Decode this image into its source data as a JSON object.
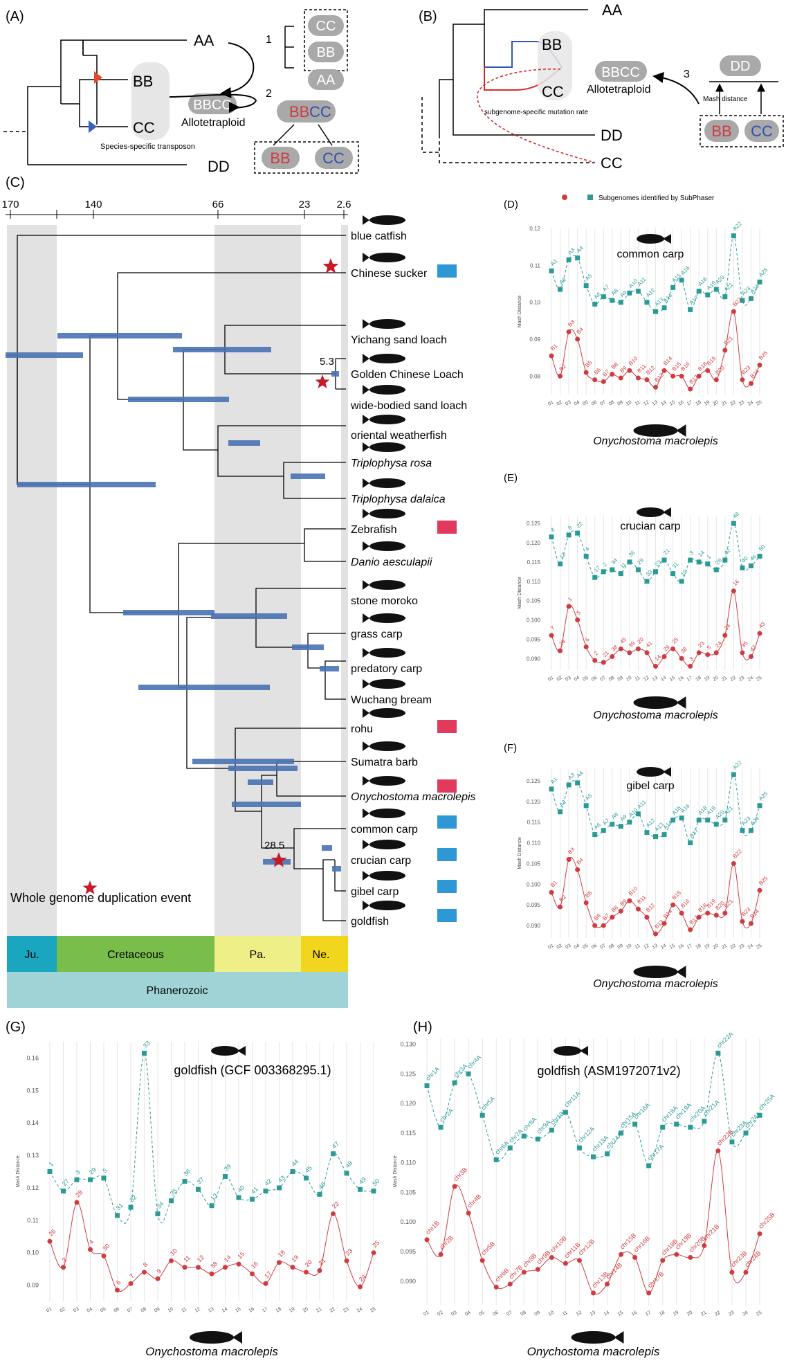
{
  "colors": {
    "red": "#d03b40",
    "teal": "#2a9a96",
    "blue_bar": "#4a72b3",
    "grey_band": "#e2e2e2",
    "wgd_star": "#c8192a",
    "block_blue": "#2e97d6",
    "block_red": "#e23a5c",
    "era_ju": "#1aa6bf",
    "era_cret": "#79be4b",
    "era_pa": "#eeef86",
    "era_ne": "#f2d51d",
    "era_phan": "#9fd3d5",
    "sub_grey": "#a9a9a9"
  },
  "panel_labels": {
    "a": "(A)",
    "b": "(B)",
    "c": "(C)",
    "d": "(D)",
    "e": "(E)",
    "f": "(F)",
    "g": "(G)",
    "h": "(H)"
  },
  "panel_a": {
    "aa": "AA",
    "bb": "BB",
    "cc": "CC",
    "dd": "DD",
    "bbcc": "BBCC",
    "allotetraploid": "Allotetraploid",
    "transposon": "Species-specific transposon",
    "step1": "1",
    "step2": "2",
    "box_cc": "CC",
    "box_bb": "BB",
    "box_aa": "AA",
    "sub_bb": "BB",
    "sub_cc": "CC"
  },
  "panel_b": {
    "aa": "AA",
    "bb": "BB",
    "cc": "CC",
    "dd": "DD",
    "cc2": "CC",
    "bbcc": "BBCC",
    "allotetraploid": "Allotetraploid",
    "mutation": "subgenome-specific mutation rate",
    "step3": "3",
    "dd_box": "DD",
    "mash": "Mash distance",
    "sub_bb": "BB",
    "sub_cc": "CC"
  },
  "panel_c": {
    "time_ticks": [
      "170",
      "140",
      "66",
      "23",
      "2.6"
    ],
    "node_labels": [
      "5.3",
      "28.5"
    ],
    "species": [
      {
        "name": "blue catfish",
        "italic": false
      },
      {
        "name": "Chinese sucker",
        "italic": false
      },
      {
        "name": "Yichang sand loach",
        "italic": false
      },
      {
        "name": "Golden Chinese Loach",
        "italic": false
      },
      {
        "name": "wide-bodied sand loach",
        "italic": false
      },
      {
        "name": "oriental weatherfish",
        "italic": false
      },
      {
        "name": "Triplophysa rosa",
        "italic": true
      },
      {
        "name": "Triplophysa dalaica",
        "italic": true
      },
      {
        "name": "Zebrafish",
        "italic": false
      },
      {
        "name": "Danio aesculapii",
        "italic": true
      },
      {
        "name": "stone moroko",
        "italic": false
      },
      {
        "name": "grass carp",
        "italic": false
      },
      {
        "name": "predatory carp",
        "italic": false
      },
      {
        "name": "Wuchang bream",
        "italic": false
      },
      {
        "name": "rohu",
        "italic": false
      },
      {
        "name": "Sumatra barb",
        "italic": false
      },
      {
        "name": "Onychostoma macrolepis",
        "italic": true
      },
      {
        "name": "common carp",
        "italic": false
      },
      {
        "name": "crucian carp",
        "italic": false
      },
      {
        "name": "gibel carp",
        "italic": false
      },
      {
        "name": "goldfish",
        "italic": false
      }
    ],
    "legend": "Whole genome duplication event",
    "periods": [
      "Ju.",
      "Cretaceous",
      "Pa.",
      "Ne."
    ],
    "eon": "Phanerozoic"
  },
  "legend_top": "Subgenomes identified by SubPhaser",
  "x_title": "Onychostoma macrolepis",
  "chart_data": [
    {
      "panel": "D",
      "type": "line",
      "title": "common carp",
      "ylabel": "Mash Distance",
      "ylim": [
        0.075,
        0.12
      ],
      "yticks": [
        "0.08",
        "0.09",
        "0.10",
        "0.11",
        "0.12"
      ],
      "x": [
        "01",
        "02",
        "03",
        "04",
        "05",
        "06",
        "07",
        "08",
        "09",
        "10",
        "11",
        "12",
        "13",
        "14",
        "15",
        "16",
        "17",
        "18",
        "19",
        "20",
        "21",
        "22",
        "23",
        "24",
        "25"
      ],
      "series": [
        {
          "color": "teal",
          "labels": [
            "A1",
            "A2",
            "A3",
            "A4",
            "A5",
            "A6",
            "A7",
            "A8",
            "A9",
            "A10",
            "A11",
            "A12",
            "A13",
            "A14",
            "A15",
            "A16",
            "A17",
            "A18",
            "A19",
            "A20",
            "A21",
            "A22",
            "A23",
            "A24",
            "A25"
          ],
          "values": [
            0.1085,
            0.1035,
            0.1115,
            0.112,
            0.1045,
            0.0995,
            0.1015,
            0.1005,
            0.1,
            0.1025,
            0.103,
            0.1,
            0.0975,
            0.0985,
            0.104,
            0.106,
            0.098,
            0.103,
            0.102,
            0.1035,
            0.1015,
            0.118,
            0.1005,
            0.101,
            0.1055
          ]
        },
        {
          "color": "red",
          "labels": [
            "B1",
            "B2",
            "B3",
            "B4",
            "B5",
            "B6",
            "B7",
            "B8",
            "B9",
            "B10",
            "B11",
            "B12",
            "B13",
            "B14",
            "B15",
            "B16",
            "B17",
            "B18",
            "B19",
            "B20",
            "B21",
            "B22",
            "B23",
            "B24",
            "B25"
          ],
          "values": [
            0.0855,
            0.08,
            0.092,
            0.09,
            0.081,
            0.079,
            0.0785,
            0.0805,
            0.0795,
            0.0815,
            0.0795,
            0.079,
            0.077,
            0.0815,
            0.08,
            0.08,
            0.0765,
            0.08,
            0.0815,
            0.079,
            0.087,
            0.0975,
            0.079,
            0.078,
            0.083
          ]
        }
      ]
    },
    {
      "panel": "E",
      "type": "line",
      "title": "crucian carp",
      "ylabel": "Mash Distance",
      "ylim": [
        0.087,
        0.127
      ],
      "yticks": [
        "0.090",
        "0.095",
        "0.100",
        "0.105",
        "0.110",
        "0.115",
        "0.120",
        "0.125"
      ],
      "x": [
        "01",
        "02",
        "03",
        "04",
        "05",
        "06",
        "07",
        "08",
        "09",
        "10",
        "11",
        "12",
        "13",
        "14",
        "15",
        "16",
        "17",
        "18",
        "19",
        "20",
        "21",
        "22",
        "23",
        "24",
        "25"
      ],
      "series": [
        {
          "color": "teal",
          "labels": [
            "8",
            "12",
            "9",
            "22",
            "4",
            "17",
            "2",
            "34",
            "11",
            "36",
            "29",
            "33",
            "23",
            "21",
            "31",
            "10",
            "3",
            "14",
            "1",
            "26",
            "42",
            "48",
            "40",
            "46",
            "50"
          ],
          "values": [
            0.1215,
            0.1145,
            0.122,
            0.1225,
            0.1165,
            0.111,
            0.1125,
            0.113,
            0.112,
            0.115,
            0.113,
            0.11,
            0.1125,
            0.1155,
            0.112,
            0.11,
            0.1155,
            0.115,
            0.1145,
            0.113,
            0.1155,
            0.125,
            0.1135,
            0.114,
            0.1165
          ]
        },
        {
          "color": "red",
          "labels": [
            "7",
            "28",
            "1",
            "5",
            "6",
            "2",
            "21",
            "38",
            "45",
            "39",
            "20",
            "41",
            "14",
            "29",
            "25",
            "38",
            "3",
            "23",
            "5",
            "24",
            "34",
            "16",
            "35",
            "47",
            "43"
          ],
          "values": [
            0.096,
            0.092,
            0.1035,
            0.1,
            0.093,
            0.0895,
            0.089,
            0.0905,
            0.0925,
            0.0915,
            0.0925,
            0.0915,
            0.088,
            0.0905,
            0.0925,
            0.09,
            0.088,
            0.0915,
            0.091,
            0.0915,
            0.096,
            0.1075,
            0.0915,
            0.0905,
            0.0965
          ]
        }
      ]
    },
    {
      "panel": "F",
      "type": "line",
      "title": "gibel carp",
      "ylabel": "Mash Distance",
      "ylim": [
        0.087,
        0.128
      ],
      "yticks": [
        "0.090",
        "0.095",
        "0.100",
        "0.105",
        "0.110",
        "0.115",
        "0.120",
        "0.125"
      ],
      "x": [
        "01",
        "02",
        "03",
        "04",
        "05",
        "06",
        "07",
        "08",
        "09",
        "10",
        "11",
        "12",
        "13",
        "14",
        "15",
        "16",
        "17",
        "18",
        "19",
        "20",
        "21",
        "22",
        "23",
        "24",
        "25"
      ],
      "series": [
        {
          "color": "teal",
          "labels": [
            "A1",
            "A2",
            "A3",
            "A4",
            "A5",
            "A6",
            "A7",
            "A8",
            "A9",
            "A10",
            "A11",
            "A12",
            "A13",
            "A14",
            "A15",
            "A16",
            "A17",
            "A18",
            "A19",
            "A20",
            "A21",
            "A22",
            "A23",
            "A24",
            "A25"
          ],
          "values": [
            0.123,
            0.1175,
            0.124,
            0.1245,
            0.119,
            0.112,
            0.113,
            0.1145,
            0.114,
            0.115,
            0.117,
            0.1125,
            0.1115,
            0.112,
            0.1155,
            0.116,
            0.11,
            0.1155,
            0.1155,
            0.1145,
            0.1155,
            0.1265,
            0.113,
            0.113,
            0.119
          ]
        },
        {
          "color": "red",
          "labels": [
            "B1",
            "B2",
            "B3",
            "B4",
            "B5",
            "B6",
            "B7",
            "B8",
            "B9",
            "B10",
            "B11",
            "B12",
            "B13",
            "B14",
            "B15",
            "B16",
            "B17",
            "B18",
            "B19",
            "B20",
            "B21",
            "B22",
            "B23",
            "B24",
            "B25"
          ],
          "values": [
            0.098,
            0.0945,
            0.106,
            0.1035,
            0.0955,
            0.09,
            0.09,
            0.092,
            0.0935,
            0.096,
            0.094,
            0.092,
            0.088,
            0.0905,
            0.095,
            0.093,
            0.089,
            0.092,
            0.093,
            0.0925,
            0.093,
            0.105,
            0.091,
            0.0905,
            0.0985
          ]
        }
      ]
    },
    {
      "panel": "G",
      "type": "line",
      "title": "goldfish (GCF 003368295.1)",
      "ylabel": "Mash Distance",
      "ylim": [
        0.085,
        0.165
      ],
      "yticks": [
        "0.09",
        "0.10",
        "0.11",
        "0.12",
        "0.13",
        "0.14",
        "0.15",
        "0.16"
      ],
      "x": [
        "01",
        "02",
        "03",
        "04",
        "05",
        "06",
        "07",
        "08",
        "09",
        "10",
        "11",
        "12",
        "13",
        "14",
        "15",
        "16",
        "17",
        "18",
        "19",
        "20",
        "21",
        "22",
        "23",
        "24",
        "25"
      ],
      "series": [
        {
          "color": "teal",
          "labels": [
            "1",
            "27",
            "3",
            "29",
            "5",
            "31",
            "32",
            "33",
            "34",
            "35",
            "36",
            "37",
            "13",
            "39",
            "40",
            "41",
            "42",
            "43",
            "44",
            "45",
            "46",
            "47",
            "48",
            "49",
            "50"
          ],
          "values": [
            0.125,
            0.119,
            0.1225,
            0.1225,
            0.123,
            0.1115,
            0.114,
            0.1615,
            0.112,
            0.116,
            0.122,
            0.1195,
            0.1145,
            0.1235,
            0.117,
            0.1165,
            0.119,
            0.12,
            0.125,
            0.123,
            0.118,
            0.1305,
            0.1245,
            0.1195,
            0.119
          ]
        },
        {
          "color": "red",
          "labels": [
            "26",
            "2",
            "28",
            "4",
            "30",
            "6",
            "7",
            "8",
            "9",
            "10",
            "11",
            "12",
            "38",
            "14",
            "15",
            "16",
            "17",
            "18",
            "19",
            "20",
            "21",
            "22",
            "23",
            "24",
            "25"
          ],
          "values": [
            0.1035,
            0.0955,
            0.1155,
            0.101,
            0.099,
            0.0885,
            0.0905,
            0.094,
            0.092,
            0.0975,
            0.0955,
            0.0955,
            0.0935,
            0.0955,
            0.0965,
            0.0935,
            0.0905,
            0.097,
            0.0955,
            0.094,
            0.0945,
            0.112,
            0.0975,
            0.0895,
            0.1
          ]
        }
      ]
    },
    {
      "panel": "H",
      "type": "line",
      "title": "goldfish (ASM1972071v2)",
      "ylabel": "Mash Distance",
      "ylim": [
        0.086,
        0.131
      ],
      "yticks": [
        "0.090",
        "0.095",
        "0.100",
        "0.105",
        "0.110",
        "0.115",
        "0.120",
        "0.125",
        "0.130"
      ],
      "x": [
        "01",
        "02",
        "03",
        "04",
        "05",
        "06",
        "07",
        "08",
        "09",
        "10",
        "11",
        "12",
        "13",
        "14",
        "15",
        "16",
        "17",
        "18",
        "19",
        "20",
        "21",
        "22",
        "23",
        "24",
        "25"
      ],
      "series": [
        {
          "color": "teal",
          "labels": [
            "chr1A",
            "chr2A",
            "chr3A",
            "chr4A",
            "chr5A",
            "chr6A",
            "chr7A",
            "chr8A",
            "chr9A",
            "chr10A",
            "chr11A",
            "chr12A",
            "chr13A",
            "chr14A",
            "chr15A",
            "chr16A",
            "chr17A",
            "chr18A",
            "chr19A",
            "chr20A",
            "chr21A",
            "chr22A",
            "chr23A",
            "chr24A",
            "chr25A"
          ],
          "values": [
            0.123,
            0.116,
            0.1235,
            0.125,
            0.118,
            0.1105,
            0.1125,
            0.1145,
            0.114,
            0.1155,
            0.1185,
            0.1125,
            0.111,
            0.1115,
            0.115,
            0.1165,
            0.1095,
            0.116,
            0.1165,
            0.116,
            0.117,
            0.1285,
            0.1135,
            0.115,
            0.118
          ]
        },
        {
          "color": "red",
          "labels": [
            "chr1B",
            "chr2B",
            "chr3B",
            "chr4B",
            "chr5B",
            "chr6B",
            "chr7B",
            "chr8B",
            "chr9B",
            "chr10B",
            "chr11B",
            "chr12B",
            "chr13B",
            "chr14B",
            "chr15B",
            "chr16B",
            "chr17B",
            "chr18B",
            "chr19B",
            "chr20B",
            "chr21B",
            "chr22B",
            "chr23B",
            "chr24B",
            "chr25B"
          ],
          "values": [
            0.097,
            0.0945,
            0.106,
            0.1015,
            0.0935,
            0.089,
            0.0895,
            0.0915,
            0.092,
            0.094,
            0.093,
            0.0935,
            0.088,
            0.0895,
            0.0945,
            0.094,
            0.088,
            0.0935,
            0.0945,
            0.094,
            0.096,
            0.112,
            0.0915,
            0.0915,
            0.098
          ]
        }
      ]
    }
  ]
}
